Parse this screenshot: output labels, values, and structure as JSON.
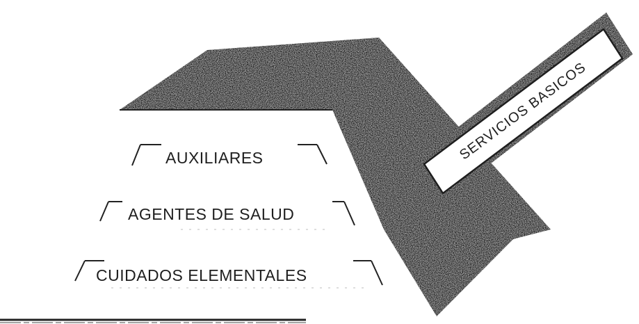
{
  "diagram": {
    "levels": [
      {
        "label": "AUXILIARES"
      },
      {
        "label": "AGENTES DE SALUD"
      },
      {
        "label": "CUIDADOS ELEMENTALES"
      }
    ],
    "banner": {
      "label": "SERVICIOS BASICOS"
    }
  },
  "colors": {
    "ink": "#1e1e1e",
    "texture": "#5a5a5a",
    "paper": "#ffffff"
  }
}
